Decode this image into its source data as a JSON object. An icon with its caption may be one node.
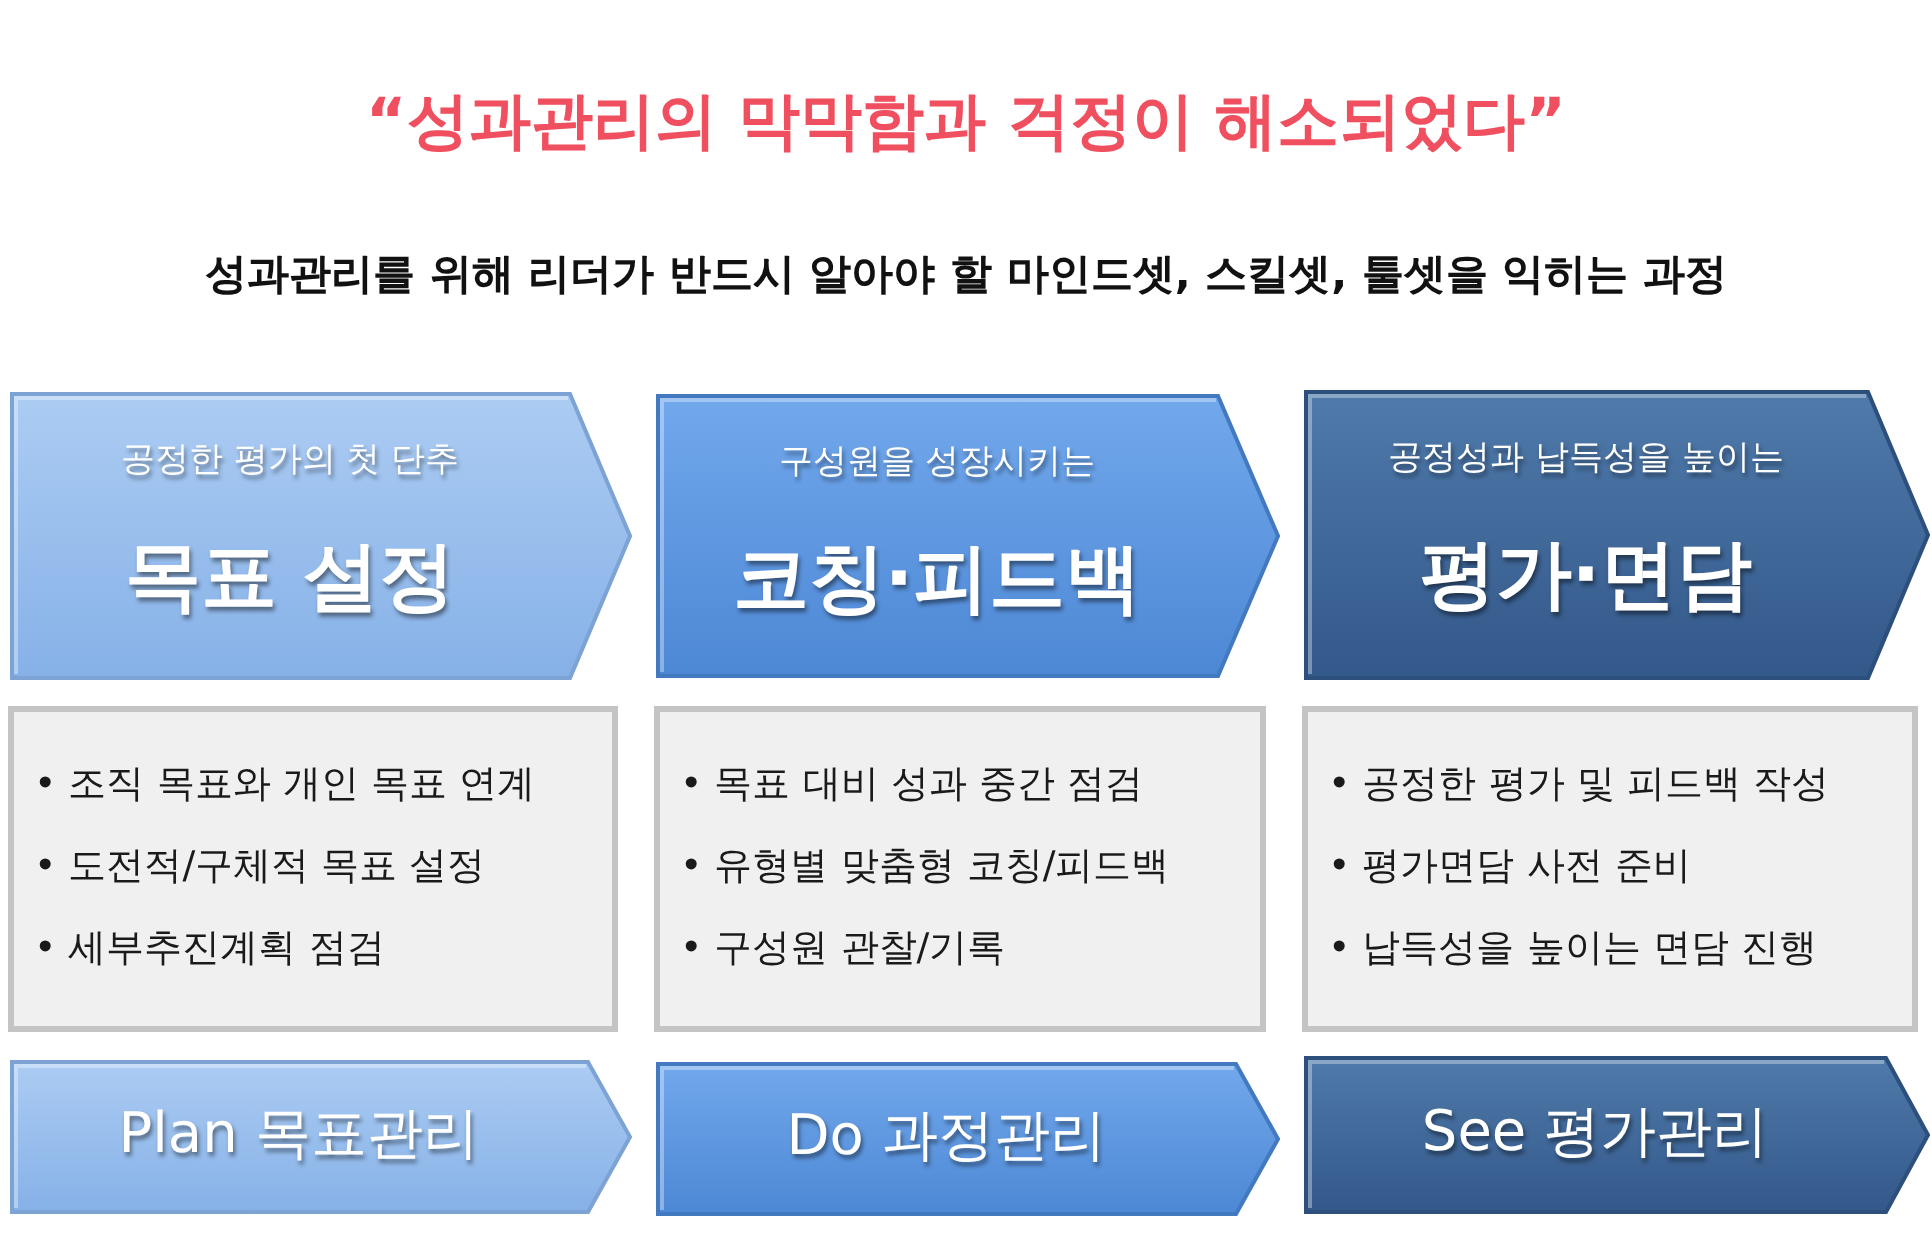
{
  "diagram": {
    "title": "“성과관리의 막막함과 걱정이 해소되었다”",
    "nodes": [
      {
        "text": [
          "공정한 평가의 첫 단추",
          "목표 설정"
        ]
      },
      {
        "text": [
          "구성원을 성장시키는",
          "코칭·피드백"
        ]
      },
      {
        "text": [
          "공정성과 납득성을 높이는",
          "평가·면담"
        ]
      },
      {
        "text": [
          "• 조직 목표와 개인 목표 연계",
          "• 도전적/구체적 목표 설정",
          "• 세부추진계획 점검"
        ]
      },
      {
        "text": [
          "• 목표 대비 성과 중간 점검",
          "• 유형별 맞춤형 코칭/피드백",
          "• 구성원 관찰/기록"
        ]
      },
      {
        "text": [
          "• 공정한 평가 및 피드백 작성",
          "• 평가면담 사전 준비",
          "• 납득성을 높이는 면담 진행"
        ]
      },
      {
        "text": [
          "Plan 목표관리"
        ]
      },
      {
        "text": [
          "Do 과정관리"
        ]
      },
      {
        "text": [
          "See 평가관리"
        ]
      }
    ],
    "labels": [
      "성과관리를 위해 리더가 반드시 알아야 할 마인드셋, 스킬셋, 툴셋을 익히는 과정"
    ]
  }
}
